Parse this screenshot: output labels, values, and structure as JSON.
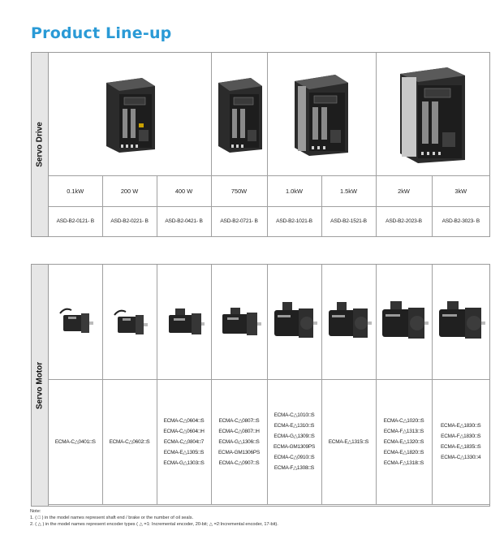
{
  "page_title": "Product Line-up",
  "servo_drive": {
    "section_label": "Servo Drive",
    "columns": [
      {
        "power": "0.1kW",
        "model": "ASD-B2-0121- B"
      },
      {
        "power": "200 W",
        "model": "ASD-B2-0221- B"
      },
      {
        "power": "400 W",
        "model": "ASD-B2-0421- B"
      },
      {
        "power": "750W",
        "model": "ASD-B2-0721- B"
      },
      {
        "power": "1.0kW",
        "model": "ASD-B2-1021-B"
      },
      {
        "power": "1.5kW",
        "model": "ASD-B2-1521-B"
      },
      {
        "power": "2kW",
        "model": "ASD-B2-2023-B"
      },
      {
        "power": "3kW",
        "model": "ASD-B2-3023- B"
      }
    ]
  },
  "servo_motor": {
    "section_label": "Servo Motor",
    "columns": [
      [
        "ECMA-C△0401□S"
      ],
      [
        "ECMA-C△0602□S"
      ],
      [
        "ECMA-C△0604□S",
        "ECMA-C△0604□H",
        "ECMA-C△0804□7",
        "ECMA-E△1305□S",
        "ECMA-G△1303□S"
      ],
      [
        "ECMA-C△0807□S",
        "ECMA-C△0807□H",
        "ECMA-G△1306□S",
        "ECMA-GM1306PS",
        "ECMA-C△0907□S"
      ],
      [
        "ECMA-C△1010□S",
        "ECMA-E△1310□S",
        "ECMA-G△1309□S",
        "ECMA-GM1309PS",
        "ECMA-C△0910□S",
        "ECMA-F△1308□S"
      ],
      [
        "ECMA-E△1315□S"
      ],
      [
        "ECMA-C△1020□S",
        "ECMA-F△1313□S",
        "ECMA-E△1320□S",
        "ECMA-E△1820□S",
        "ECMA-F△1318□S"
      ],
      [
        "ECMA-E△1830□S",
        "ECMA-F△1830□S",
        "ECMA-E△1835□S",
        "ECMA-C△1330□4"
      ]
    ]
  },
  "notes": {
    "heading": "Note:",
    "line1": "1. ( □ ) in the model names represent shaft end / brake or the number of oil seals.",
    "line2": "2. ( △ ) in the model names represent encoder types ( △ =1: Incremental encoder, 20-bit; △ =2:Incremental encoder, 17-bit)."
  }
}
